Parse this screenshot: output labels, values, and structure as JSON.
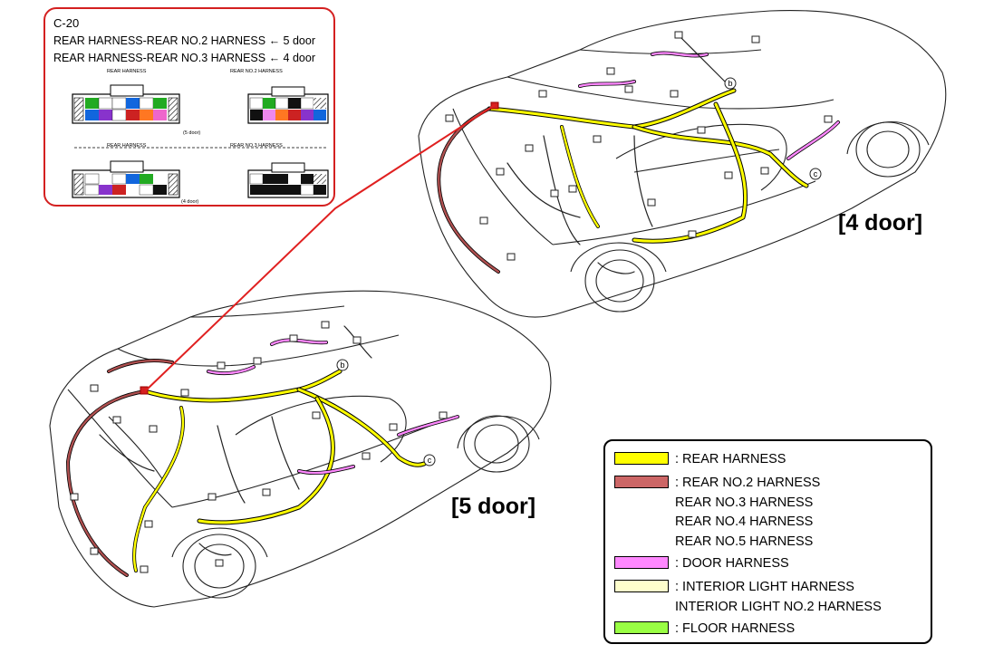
{
  "callout": {
    "code": "C-20",
    "line1": {
      "text": "REAR HARNESS-REAR NO.2 HARNESS",
      "variant": "5 door"
    },
    "line2": {
      "text": "REAR HARNESS-REAR NO.3 HARNESS",
      "variant": "4 door"
    },
    "connectors": {
      "top_left_title": "REAR HARNESS",
      "top_right_title": "REAR NO.2 HARNESS",
      "top_note": "(5 door)",
      "bottom_left_title": "REAR HARNESS",
      "bottom_right_title": "REAR NO.3 HARNESS",
      "bottom_note": "(4 door)"
    }
  },
  "labels": {
    "four_door": "[4 door]",
    "five_door": "[5 door]",
    "point_b": "b",
    "point_c": "c"
  },
  "legend": [
    {
      "color": "#ffff00",
      "lines": [
        ": REAR HARNESS"
      ]
    },
    {
      "color": "#cc6666",
      "lines": [
        ": REAR NO.2 HARNESS",
        "REAR NO.3 HARNESS",
        "REAR NO.4 HARNESS",
        "REAR NO.5 HARNESS"
      ]
    },
    {
      "color": "#ff88ff",
      "lines": [
        ": DOOR HARNESS"
      ]
    },
    {
      "color": "#ffffcc",
      "lines": [
        ": INTERIOR LIGHT HARNESS",
        "INTERIOR LIGHT NO.2 HARNESS"
      ]
    },
    {
      "color": "#99ff44",
      "lines": [
        ": FLOOR HARNESS"
      ]
    }
  ],
  "colors": {
    "callout_border": "#d42020",
    "leader_line": "#e02020"
  }
}
